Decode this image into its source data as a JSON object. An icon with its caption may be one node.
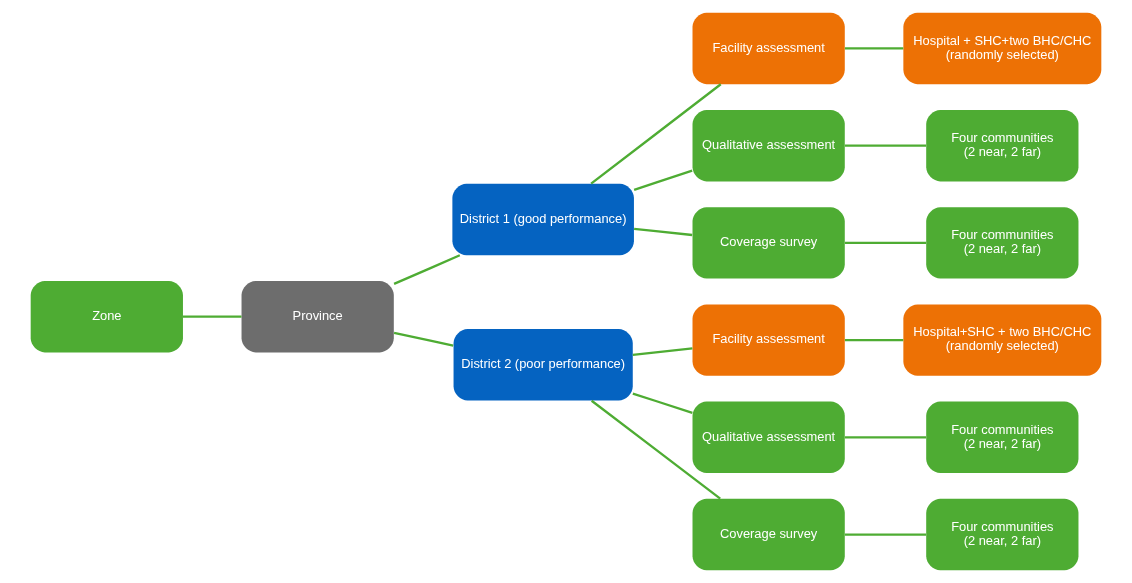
{
  "diagram": {
    "nodes": [
      {
        "text": [
          "Zone"
        ]
      },
      {
        "text": [
          "Province"
        ]
      },
      {
        "text": [
          "District 1 (good performance)"
        ]
      },
      {
        "text": [
          "Facility assessment"
        ]
      },
      {
        "text": [
          "Hospital + SHC+two BHC/CHC",
          "(randomly selected)"
        ]
      },
      {
        "text": [
          "Qualitative assessment"
        ]
      },
      {
        "text": [
          "Four communities",
          "(2 near, 2 far)"
        ]
      },
      {
        "text": [
          "Coverage survey"
        ]
      },
      {
        "text": [
          "Four communities",
          "(2 near, 2 far)"
        ]
      },
      {
        "text": [
          "District 2 (poor performance)"
        ]
      },
      {
        "text": [
          "Facility assessment"
        ]
      },
      {
        "text": [
          "Hospital+SHC + two BHC/CHC",
          "(randomly selected)"
        ]
      },
      {
        "text": [
          "Qualitative assessment"
        ]
      },
      {
        "text": [
          "Four communities",
          "(2 near, 2 far)"
        ]
      },
      {
        "text": [
          "Coverage survey"
        ]
      },
      {
        "text": [
          "Four communities",
          "(2 near, 2 far)"
        ]
      }
    ],
    "edges": [
      {
        "from": 0,
        "to": 1,
        "arrow": "none"
      },
      {
        "from": 1,
        "to": 2,
        "arrow": "none"
      },
      {
        "from": 1,
        "to": 9,
        "arrow": "none"
      },
      {
        "from": 2,
        "to": 3,
        "arrow": "none"
      },
      {
        "from": 2,
        "to": 5,
        "arrow": "none"
      },
      {
        "from": 2,
        "to": 7,
        "arrow": "none"
      },
      {
        "from": 3,
        "to": 4,
        "arrow": "none"
      },
      {
        "from": 5,
        "to": 6,
        "arrow": "none"
      },
      {
        "from": 7,
        "to": 8,
        "arrow": "none"
      },
      {
        "from": 9,
        "to": 10,
        "arrow": "none"
      },
      {
        "from": 9,
        "to": 12,
        "arrow": "none"
      },
      {
        "from": 9,
        "to": 14,
        "arrow": "none"
      },
      {
        "from": 10,
        "to": 11,
        "arrow": "none"
      },
      {
        "from": 12,
        "to": 13,
        "arrow": "none"
      },
      {
        "from": 14,
        "to": 15,
        "arrow": "none"
      }
    ]
  }
}
